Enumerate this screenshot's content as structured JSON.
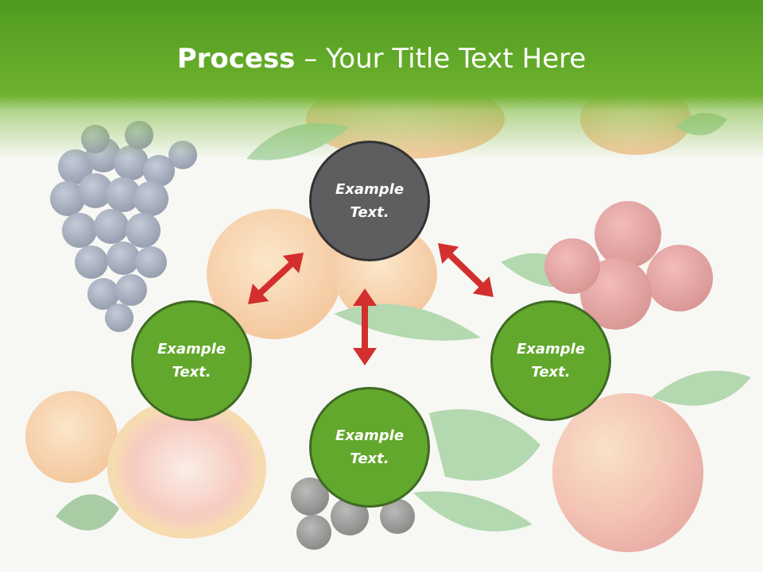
{
  "slide": {
    "title_bold": "Process",
    "title_rest": " – Your Title Text Here"
  },
  "nodes": {
    "top": {
      "line1": "Example",
      "line2": "Text.",
      "color": "#5e5e60"
    },
    "left": {
      "line1": "Example",
      "line2": "Text.",
      "color": "#62a82c"
    },
    "right": {
      "line1": "Example",
      "line2": "Text.",
      "color": "#62a82c"
    },
    "bottom": {
      "line1": "Example",
      "line2": "Text.",
      "color": "#62a82c"
    }
  },
  "arrow_color": "#d32f2f",
  "background": "fruit-photo-collage"
}
